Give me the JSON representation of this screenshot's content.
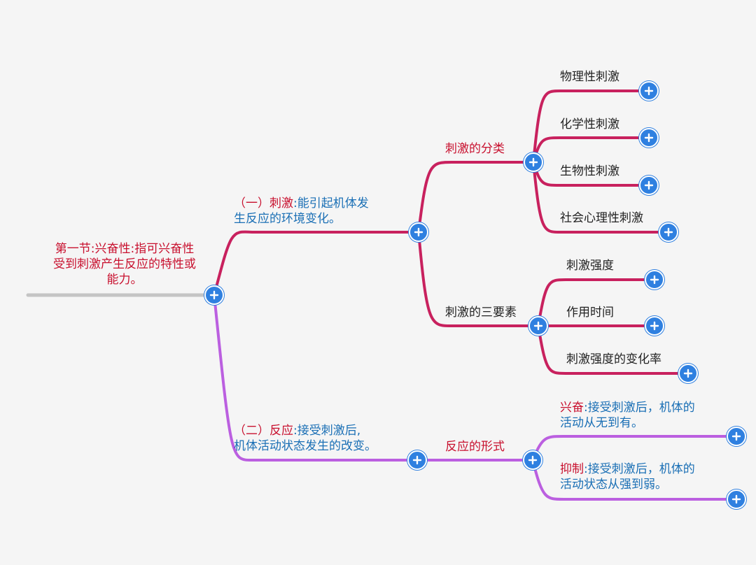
{
  "colors": {
    "root_line": "#c4c4c4",
    "stimulus_branch": "#c8215e",
    "response_branch": "#bb5fe0",
    "expand_button": "#2f80e0",
    "prefix_text": "#c8102e",
    "desc_text": "#1a6fb5",
    "plain_text": "#222222"
  },
  "root": {
    "line1": "第一节:兴奋性:指可兴奋性",
    "line2": "受到刺激产生反应的特性或",
    "line3": "能力。"
  },
  "stimulus": {
    "prefix": "（一）刺激",
    "desc_line1": ":能引起机体发",
    "desc_line2": "生反应的环境变化。",
    "classification": {
      "label": "刺激的分类",
      "items": [
        "物理性刺激",
        "化学性刺激",
        "生物性刺激",
        "社会心理性刺激"
      ]
    },
    "elements": {
      "label": "刺激的三要素",
      "items": [
        "刺激强度",
        "作用时间",
        "刺激强度的变化率"
      ]
    }
  },
  "response": {
    "prefix": "（二）反应",
    "desc_line1": ":接受刺激后,",
    "desc_line2": "机体活动状态发生的改变。",
    "forms": {
      "label": "反应的形式",
      "excitation": {
        "prefix": "兴奋",
        "desc_line1": ":接受刺激后，机体的",
        "desc_line2": "活动从无到有。"
      },
      "inhibition": {
        "prefix": "抑制",
        "desc_line1": ":接受刺激后，机体的",
        "desc_line2": "活动状态从强到弱。"
      }
    }
  },
  "icons": {
    "expand": "plus-circle-icon"
  }
}
